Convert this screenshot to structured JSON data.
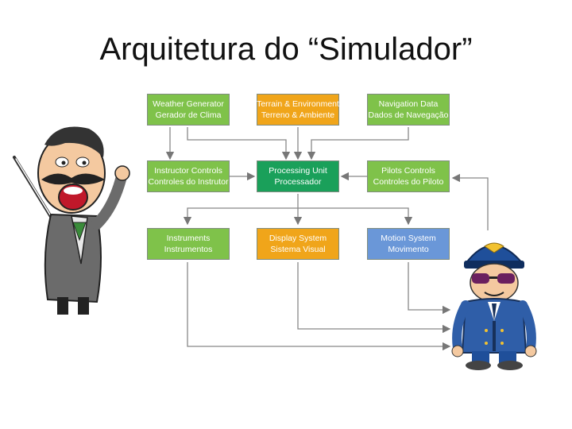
{
  "title": "Arquitetura do “Simulador”",
  "boxes": {
    "weather": {
      "line1": "Weather Generator",
      "line2": "Gerador de Clima"
    },
    "terrain": {
      "line1": "Terrain & Environment",
      "line2": "Terreno & Ambiente"
    },
    "navigation": {
      "line1": "Navigation Data",
      "line2": "Dados de Navegação"
    },
    "instructor": {
      "line1": "Instructor Controls",
      "line2": "Controles do Instrutor"
    },
    "processing": {
      "line1": "Processing Unit",
      "line2": "Processador"
    },
    "pilots": {
      "line1": "Pilots Controls",
      "line2": "Controles do Piloto"
    },
    "instruments": {
      "line1": "Instruments",
      "line2": "Instrumentos"
    },
    "display": {
      "line1": "Display System",
      "line2": "Sistema Visual"
    },
    "motion": {
      "line1": "Motion System",
      "line2": "Movimento"
    }
  },
  "colors": {
    "light_green": "#7fc24a",
    "orange": "#f0a51a",
    "dark_green": "#1aa05a",
    "blue": "#6a97d8"
  },
  "figures": [
    "instructor-cartoon",
    "pilot-cartoon"
  ]
}
